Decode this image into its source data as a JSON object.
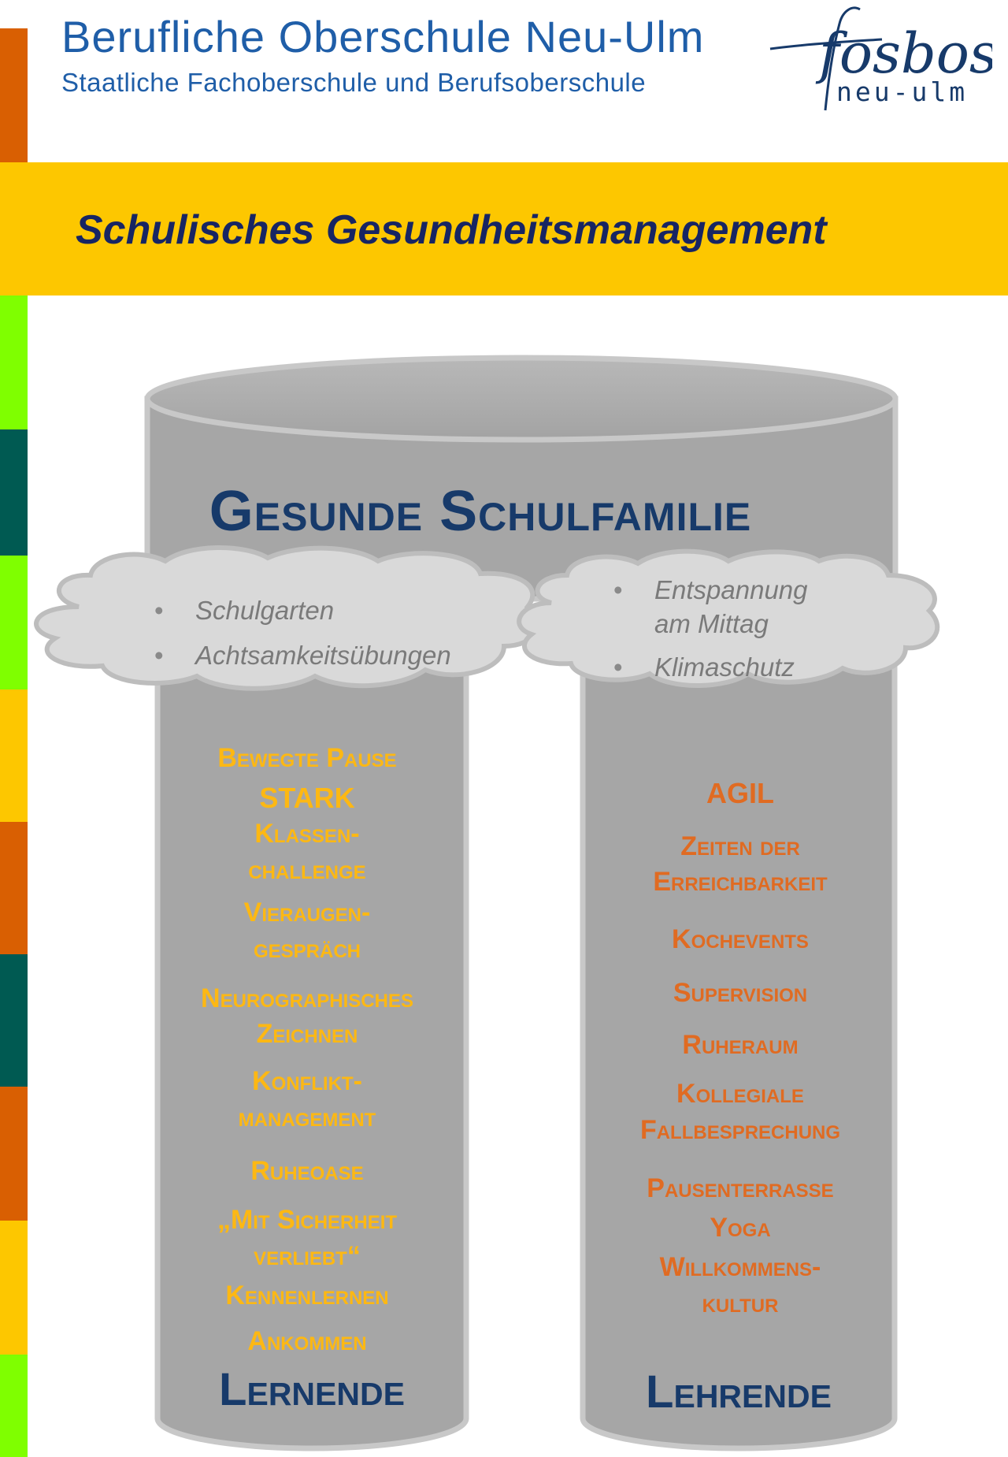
{
  "header": {
    "title": "Berufliche Oberschule Neu-Ulm",
    "subtitle": "Staatliche Fachoberschule und Berufsoberschule",
    "logo_text_main": "fosbos",
    "logo_text_sub": "neu-ulm"
  },
  "banner": {
    "title": "Schulisches Gesundheitsmanagement"
  },
  "diagram": {
    "title": "Gesunde Schulfamilie",
    "left_cloud": [
      "Schulgarten",
      "Achtsamkeitsübungen"
    ],
    "right_cloud": [
      "Entspannung am Mittag",
      "Klimaschutz"
    ],
    "left_pillar": {
      "label": "Lernende",
      "items": [
        "Bewegte Pause",
        "STARK",
        "Klassen-",
        "challenge",
        "Vieraugen-",
        "gespräch",
        "Neurographisches",
        "Zeichnen",
        "Konflikt-",
        "management",
        "Ruheoase",
        "„Mit Sicherheit",
        "verliebt“",
        "Kennenlernen",
        "Ankommen"
      ]
    },
    "right_pillar": {
      "label": "Lehrende",
      "items": [
        "AGIL",
        "Zeiten der",
        "Erreichbarkeit",
        "Kochevents",
        "Supervision",
        "Ruheraum",
        "Kollegiale",
        "Fallbesprechung",
        "Pausenterrasse",
        "Yoga",
        "Willkommens-",
        "kultur"
      ]
    }
  },
  "colors": {
    "header_blue": "#1f5ea8",
    "banner_yellow": "#fdc700",
    "banner_text": "#172563",
    "pillar_gray": "#a6a6a6",
    "cloud_gray": "#d9d9d9",
    "title_navy": "#173a6a",
    "left_item_color": "#fdb813",
    "right_item_color": "#e06b22",
    "strip": [
      "#d95f02",
      "#7fff00",
      "#005a52",
      "#fdc700"
    ]
  }
}
